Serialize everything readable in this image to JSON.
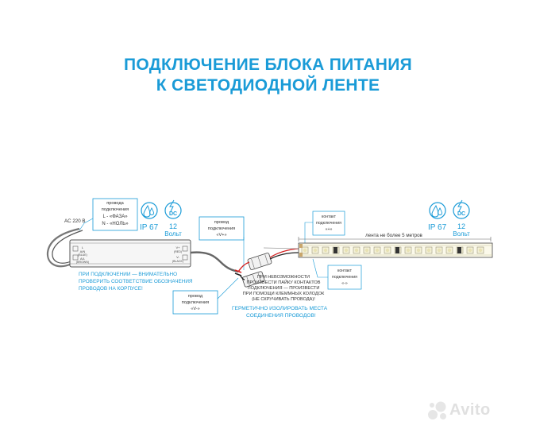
{
  "title": {
    "line1": "ПОДКЛЮЧЕНИЕ БЛОКА ПИТАНИЯ",
    "line2": "К СВЕТОДИОДНОЙ ЛЕНТЕ"
  },
  "left": {
    "wire_box": [
      "провода",
      "подключения",
      "L - «ФАЗА»",
      "N - «НОЛЬ»"
    ],
    "ac_label": "AC 220 В",
    "ip_label": "IP 67",
    "dc_label": "DC",
    "voltage_value": "12",
    "voltage_unit": "Вольт",
    "psu_left_terminals": [
      "L",
      "A/N",
      "(BLUE)",
      "A/L",
      "(BROWN)"
    ],
    "psu_right_terminals": [
      "V+",
      "(RED)",
      "V-",
      "(BLACK)"
    ],
    "warning": [
      "ПРИ ПОДКЛЮЧЕНИИ — ВНИМАТЕЛЬНО",
      "ПРОВЕРИТЬ СООТВЕТСТВИЕ ОБОЗНАЧЕНИЯ",
      "ПРОВОДОВ НА КОРПУСЕ!"
    ]
  },
  "middle": {
    "vplus_box": [
      "провод",
      "подключения",
      "«V+»"
    ],
    "vminus_box": [
      "провод",
      "подключения",
      "«V-»"
    ],
    "solder_note": [
      "ПРИ НЕВОЗМОЖНОСТИ",
      "ПРОИЗВЕСТИ ПАЙКУ КОНТАКТОВ",
      "ПОДКЛЮЧЕНИЯ — ПРОИЗВЕСТИ",
      "ПРИ ПОМОЩИ КЛЕММНЫХ КОЛОДОК",
      "(НЕ СКРУЧИВАТЬ ПРОВОДА)!"
    ],
    "seal_note": [
      "ГЕРМЕТИЧНО ИЗОЛИРОВАТЬ МЕСТА",
      "СОЕДИНЕНИЯ ПРОВОДОВ!"
    ]
  },
  "right": {
    "contact_plus": [
      "контакт",
      "подключения",
      "«+»"
    ],
    "contact_minus": [
      "контакт",
      "подключения",
      "«-»"
    ],
    "strip_length": "лента не более 5 метров",
    "ip_label": "IP 67",
    "dc_label": "DC",
    "voltage_value": "12",
    "voltage_unit": "Вольт"
  },
  "watermark": "Avito",
  "colors": {
    "accent": "#1a9bd7",
    "text": "#333333",
    "wire_red": "#d32020",
    "strip_led": "#f4f1d8"
  }
}
